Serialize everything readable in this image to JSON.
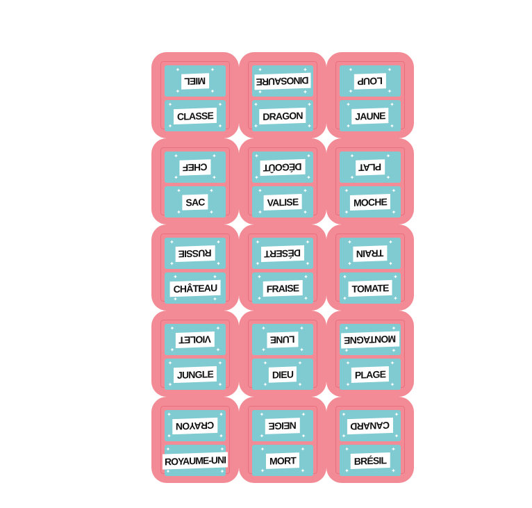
{
  "sheet": {
    "title": "Word cards sheet",
    "colors": {
      "card": "#f28b95",
      "card_border": "#e8707e",
      "panel": "#80cbd1",
      "label_bg": "#ffffff",
      "label_text": "#111111"
    },
    "sparkle_icon": "four-point-star",
    "rows": [
      [
        {
          "top": "MIEL",
          "bottom": "CLASSE"
        },
        {
          "top": "DINOSAURE",
          "bottom": "DRAGON"
        },
        {
          "top": "LOUP",
          "bottom": "JAUNE"
        }
      ],
      [
        {
          "top": "CHEF",
          "bottom": "SAC"
        },
        {
          "top": "DÉGOÛT",
          "bottom": "VALISE"
        },
        {
          "top": "PLAT",
          "bottom": "MOCHE"
        }
      ],
      [
        {
          "top": "RUSSIE",
          "bottom": "CHÂTEAU"
        },
        {
          "top": "DÉSERT",
          "bottom": "FRAISE"
        },
        {
          "top": "TRAIN",
          "bottom": "TOMATE"
        }
      ],
      [
        {
          "top": "VIOLET",
          "bottom": "JUNGLE"
        },
        {
          "top": "LUNE",
          "bottom": "DIEU"
        },
        {
          "top": "MONTAGNE",
          "bottom": "PLAGE"
        }
      ],
      [
        {
          "top": "CRAYON",
          "bottom": "ROYAUME-UNI"
        },
        {
          "top": "NEIGE",
          "bottom": "MORT"
        },
        {
          "top": "CANARD",
          "bottom": "BRÉSIL"
        }
      ]
    ]
  }
}
